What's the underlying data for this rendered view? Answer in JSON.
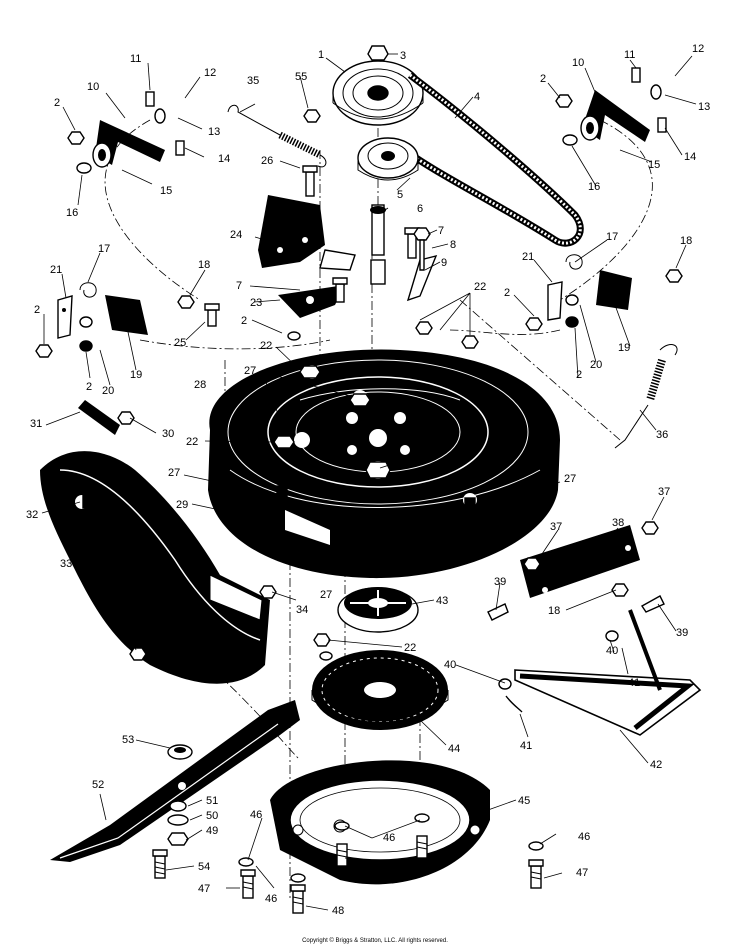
{
  "copyright": "Copyright © Briggs & Stratton, LLC. All rights reserved.",
  "parts": [
    {
      "number": "1"
    },
    {
      "number": "2"
    },
    {
      "number": "3"
    },
    {
      "number": "4"
    },
    {
      "number": "5"
    },
    {
      "number": "6"
    },
    {
      "number": "7"
    },
    {
      "number": "8"
    },
    {
      "number": "9"
    },
    {
      "number": "10"
    },
    {
      "number": "11"
    },
    {
      "number": "12"
    },
    {
      "number": "13"
    },
    {
      "number": "14"
    },
    {
      "number": "15"
    },
    {
      "number": "16"
    },
    {
      "number": "17"
    },
    {
      "number": "18"
    },
    {
      "number": "19"
    },
    {
      "number": "20"
    },
    {
      "number": "21"
    },
    {
      "number": "22"
    },
    {
      "number": "23"
    },
    {
      "number": "24"
    },
    {
      "number": "25"
    },
    {
      "number": "26"
    },
    {
      "number": "27"
    },
    {
      "number": "28"
    },
    {
      "number": "29"
    },
    {
      "number": "30"
    },
    {
      "number": "31"
    },
    {
      "number": "32"
    },
    {
      "number": "33"
    },
    {
      "number": "34"
    },
    {
      "number": "35"
    },
    {
      "number": "36"
    },
    {
      "number": "37"
    },
    {
      "number": "38"
    },
    {
      "number": "39"
    },
    {
      "number": "40"
    },
    {
      "number": "41"
    },
    {
      "number": "42"
    },
    {
      "number": "43"
    },
    {
      "number": "44"
    },
    {
      "number": "45"
    },
    {
      "number": "46"
    },
    {
      "number": "47"
    },
    {
      "number": "48"
    },
    {
      "number": "49"
    },
    {
      "number": "50"
    },
    {
      "number": "51"
    },
    {
      "number": "52"
    },
    {
      "number": "53"
    },
    {
      "number": "54"
    },
    {
      "number": "55"
    }
  ]
}
